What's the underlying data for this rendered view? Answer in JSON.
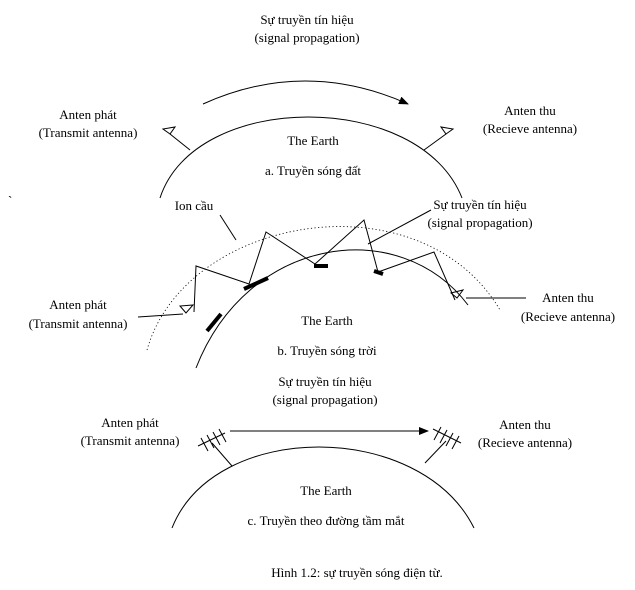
{
  "stray_mark": "`",
  "panel_a": {
    "signal_label_vi": "Sự truyền tín hiệu",
    "signal_label_en": "(signal propagation)",
    "tx_label_vi": "Anten phát",
    "tx_label_en": "(Transmit antenna)",
    "rx_label_vi": "Anten thu",
    "rx_label_en": "(Recieve antenna)",
    "earth_label": "The Earth",
    "caption": "a. Truyền sóng đất"
  },
  "panel_b": {
    "ionosphere_label": "Ion cầu",
    "signal_label_vi": "Sự truyền tín hiệu",
    "signal_label_en": "(signal propagation)",
    "tx_label_vi": "Anten phát",
    "tx_label_en": "(Transmit antenna)",
    "rx_label_vi": "Anten thu",
    "rx_label_en": "(Recieve antenna)",
    "earth_label": "The Earth",
    "caption": "b. Truyền sóng trời"
  },
  "panel_c": {
    "signal_label_vi": "Sự truyền tín hiệu",
    "signal_label_en": "(signal propagation)",
    "tx_label_vi": "Anten phát",
    "tx_label_en": "(Transmit antenna)",
    "rx_label_vi": "Anten thu",
    "rx_label_en": "(Recieve antenna)",
    "earth_label": "The Earth",
    "caption": "c. Truyền theo đường tầm mắt"
  },
  "figure_caption": "Hình 1.2: sự truyền sóng điện từ."
}
